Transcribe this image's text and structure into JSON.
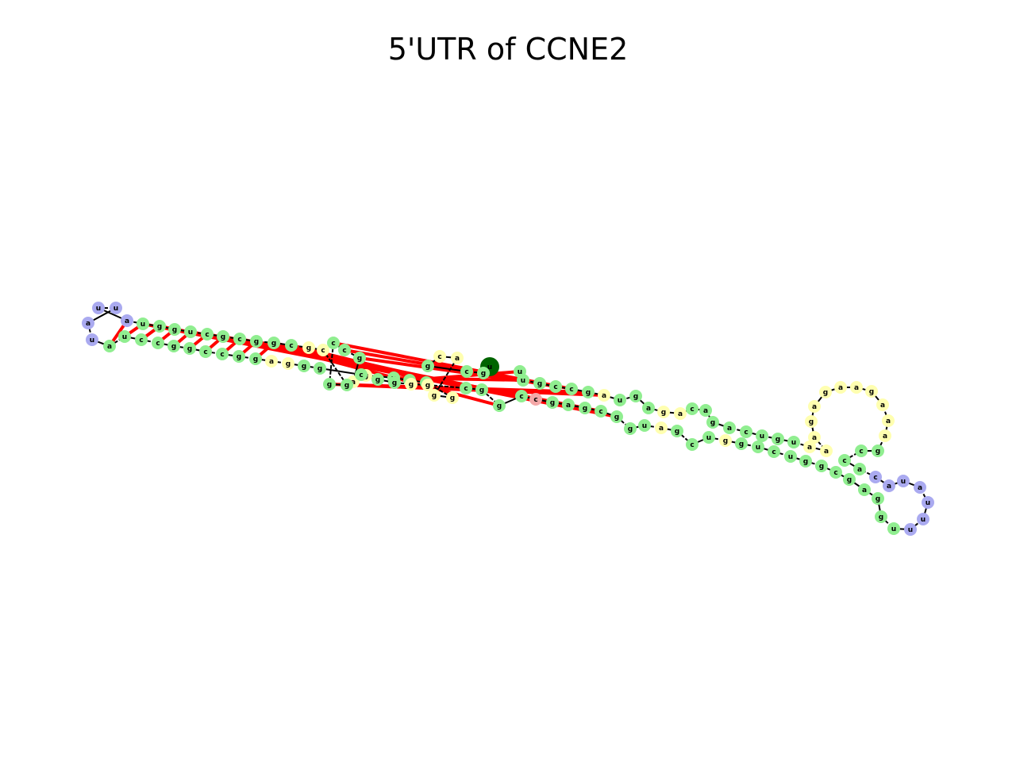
{
  "title": "5'UTR of CCNE2",
  "colors": {
    "stem": "#90ee90",
    "loop": "#ffffb0",
    "hairpin": "#aaaaf0",
    "five_prime": "#006400",
    "three_prime": "#ff0000",
    "junction": "#f4a8a8",
    "backbone": "#000000",
    "base_pair": "#ff0000"
  },
  "nucleotides": [
    {
      "b": "u",
      "t": "five_prime"
    },
    {
      "b": "g",
      "t": "stem"
    },
    {
      "b": "c",
      "t": "stem"
    },
    {
      "b": "g",
      "t": "stem"
    },
    {
      "b": "c",
      "t": "loop"
    },
    {
      "b": "a",
      "t": "loop"
    },
    {
      "b": "g",
      "t": "loop"
    },
    {
      "b": "g",
      "t": "loop"
    },
    {
      "b": "c",
      "t": "stem"
    },
    {
      "b": "c",
      "t": "stem"
    },
    {
      "b": "u",
      "t": "stem"
    },
    {
      "b": "g",
      "t": "loop"
    },
    {
      "b": "a",
      "t": "loop"
    },
    {
      "b": "g",
      "t": "stem"
    },
    {
      "b": "c",
      "t": "stem"
    },
    {
      "b": "c",
      "t": "stem"
    },
    {
      "b": "g",
      "t": "stem"
    },
    {
      "b": "g",
      "t": "stem"
    },
    {
      "b": "c",
      "t": "loop"
    },
    {
      "b": "g",
      "t": "loop"
    },
    {
      "b": "c",
      "t": "stem"
    },
    {
      "b": "g",
      "t": "stem"
    },
    {
      "b": "g",
      "t": "stem"
    },
    {
      "b": "c",
      "t": "stem"
    },
    {
      "b": "g",
      "t": "stem"
    },
    {
      "b": "c",
      "t": "stem"
    },
    {
      "b": "u",
      "t": "stem"
    },
    {
      "b": "g",
      "t": "stem"
    },
    {
      "b": "g",
      "t": "stem"
    },
    {
      "b": "u",
      "t": "stem"
    },
    {
      "b": "a",
      "t": "hairpin"
    },
    {
      "b": "u",
      "t": "hairpin"
    },
    {
      "b": "u",
      "t": "hairpin"
    },
    {
      "b": "a",
      "t": "hairpin"
    },
    {
      "b": "u",
      "t": "hairpin"
    },
    {
      "b": "a",
      "t": "stem"
    },
    {
      "b": "u",
      "t": "stem"
    },
    {
      "b": "c",
      "t": "stem"
    },
    {
      "b": "c",
      "t": "stem"
    },
    {
      "b": "g",
      "t": "stem"
    },
    {
      "b": "g",
      "t": "stem"
    },
    {
      "b": "c",
      "t": "stem"
    },
    {
      "b": "c",
      "t": "stem"
    },
    {
      "b": "g",
      "t": "stem"
    },
    {
      "b": "g",
      "t": "stem"
    },
    {
      "b": "a",
      "t": "loop"
    },
    {
      "b": "g",
      "t": "loop"
    },
    {
      "b": "g",
      "t": "stem"
    },
    {
      "b": "g",
      "t": "stem"
    },
    {
      "b": "c",
      "t": "stem"
    },
    {
      "b": "g",
      "t": "stem"
    },
    {
      "b": "g",
      "t": "stem"
    },
    {
      "b": "g",
      "t": "loop"
    },
    {
      "b": "g",
      "t": "loop"
    },
    {
      "b": "c",
      "t": "stem"
    },
    {
      "b": "g",
      "t": "stem"
    },
    {
      "b": "g",
      "t": "stem"
    },
    {
      "b": "c",
      "t": "stem"
    },
    {
      "b": "c",
      "t": "junction"
    },
    {
      "b": "g",
      "t": "stem"
    },
    {
      "b": "a",
      "t": "stem"
    },
    {
      "b": "g",
      "t": "stem"
    },
    {
      "b": "c",
      "t": "stem"
    },
    {
      "b": "g",
      "t": "stem"
    },
    {
      "b": "g",
      "t": "stem"
    },
    {
      "b": "u",
      "t": "stem"
    },
    {
      "b": "a",
      "t": "loop"
    },
    {
      "b": "g",
      "t": "stem"
    },
    {
      "b": "c",
      "t": "stem"
    },
    {
      "b": "u",
      "t": "stem"
    },
    {
      "b": "g",
      "t": "loop"
    },
    {
      "b": "g",
      "t": "stem"
    },
    {
      "b": "u",
      "t": "stem"
    },
    {
      "b": "c",
      "t": "stem"
    },
    {
      "b": "u",
      "t": "stem"
    },
    {
      "b": "g",
      "t": "stem"
    },
    {
      "b": "g",
      "t": "stem"
    },
    {
      "b": "c",
      "t": "stem"
    },
    {
      "b": "g",
      "t": "stem"
    },
    {
      "b": "a",
      "t": "stem"
    },
    {
      "b": "g",
      "t": "stem"
    },
    {
      "b": "g",
      "t": "stem"
    },
    {
      "b": "u",
      "t": "stem"
    },
    {
      "b": "u",
      "t": "hairpin"
    },
    {
      "b": "u",
      "t": "hairpin"
    },
    {
      "b": "u",
      "t": "hairpin"
    },
    {
      "b": "a",
      "t": "hairpin"
    },
    {
      "b": "u",
      "t": "hairpin"
    },
    {
      "b": "a",
      "t": "hairpin"
    },
    {
      "b": "c",
      "t": "hairpin"
    },
    {
      "b": "a",
      "t": "stem"
    },
    {
      "b": "c",
      "t": "stem"
    },
    {
      "b": "c",
      "t": "stem"
    },
    {
      "b": "g",
      "t": "stem"
    },
    {
      "b": "a",
      "t": "loop"
    },
    {
      "b": "a",
      "t": "loop"
    },
    {
      "b": "a",
      "t": "loop"
    },
    {
      "b": "g",
      "t": "loop"
    },
    {
      "b": "a",
      "t": "loop"
    },
    {
      "b": "a",
      "t": "loop"
    },
    {
      "b": "g",
      "t": "loop"
    },
    {
      "b": "a",
      "t": "loop"
    },
    {
      "b": "g",
      "t": "loop"
    },
    {
      "b": "a",
      "t": "loop"
    },
    {
      "b": "a",
      "t": "loop"
    },
    {
      "b": "a",
      "t": "loop"
    },
    {
      "b": "u",
      "t": "stem"
    },
    {
      "b": "g",
      "t": "stem"
    },
    {
      "b": "u",
      "t": "stem"
    },
    {
      "b": "c",
      "t": "stem"
    },
    {
      "b": "a",
      "t": "stem"
    },
    {
      "b": "g",
      "t": "stem"
    },
    {
      "b": "a",
      "t": "stem"
    },
    {
      "b": "c",
      "t": "stem"
    },
    {
      "b": "a",
      "t": "loop"
    },
    {
      "b": "g",
      "t": "loop"
    },
    {
      "b": "a",
      "t": "stem"
    },
    {
      "b": "g",
      "t": "stem"
    },
    {
      "b": "u",
      "t": "stem"
    },
    {
      "b": "a",
      "t": "loop"
    },
    {
      "b": "g",
      "t": "stem"
    },
    {
      "b": "c",
      "t": "stem"
    },
    {
      "b": "c",
      "t": "stem"
    },
    {
      "b": "g",
      "t": "stem"
    },
    {
      "b": "u",
      "t": "stem"
    },
    {
      "b": "u",
      "t": "stem"
    },
    {
      "b": "u",
      "t": "stem"
    },
    {
      "b": "a",
      "t": "three_prime"
    },
    {
      "b": "c",
      "t": "three_prime"
    }
  ],
  "pairs": [
    [
      1,
      129
    ],
    [
      2,
      128
    ],
    [
      3,
      127
    ],
    [
      8,
      126
    ],
    [
      9,
      125
    ],
    [
      10,
      124
    ],
    [
      13,
      123
    ],
    [
      14,
      122
    ],
    [
      15,
      121
    ],
    [
      16,
      120
    ],
    [
      17,
      119
    ],
    [
      20,
      54
    ],
    [
      21,
      55
    ],
    [
      22,
      56
    ],
    [
      23,
      57
    ],
    [
      24,
      58
    ],
    [
      25,
      59
    ],
    [
      26,
      60
    ],
    [
      27,
      61
    ],
    [
      28,
      62
    ],
    [
      29,
      63
    ],
    [
      35,
      1001
    ],
    [
      36,
      1002
    ],
    [
      37,
      1003
    ],
    [
      38,
      1004
    ],
    [
      39,
      1005
    ],
    [
      40,
      1006
    ],
    [
      41,
      1007
    ],
    [
      42,
      1008
    ],
    [
      43,
      1009
    ],
    [
      44,
      1010
    ]
  ]
}
